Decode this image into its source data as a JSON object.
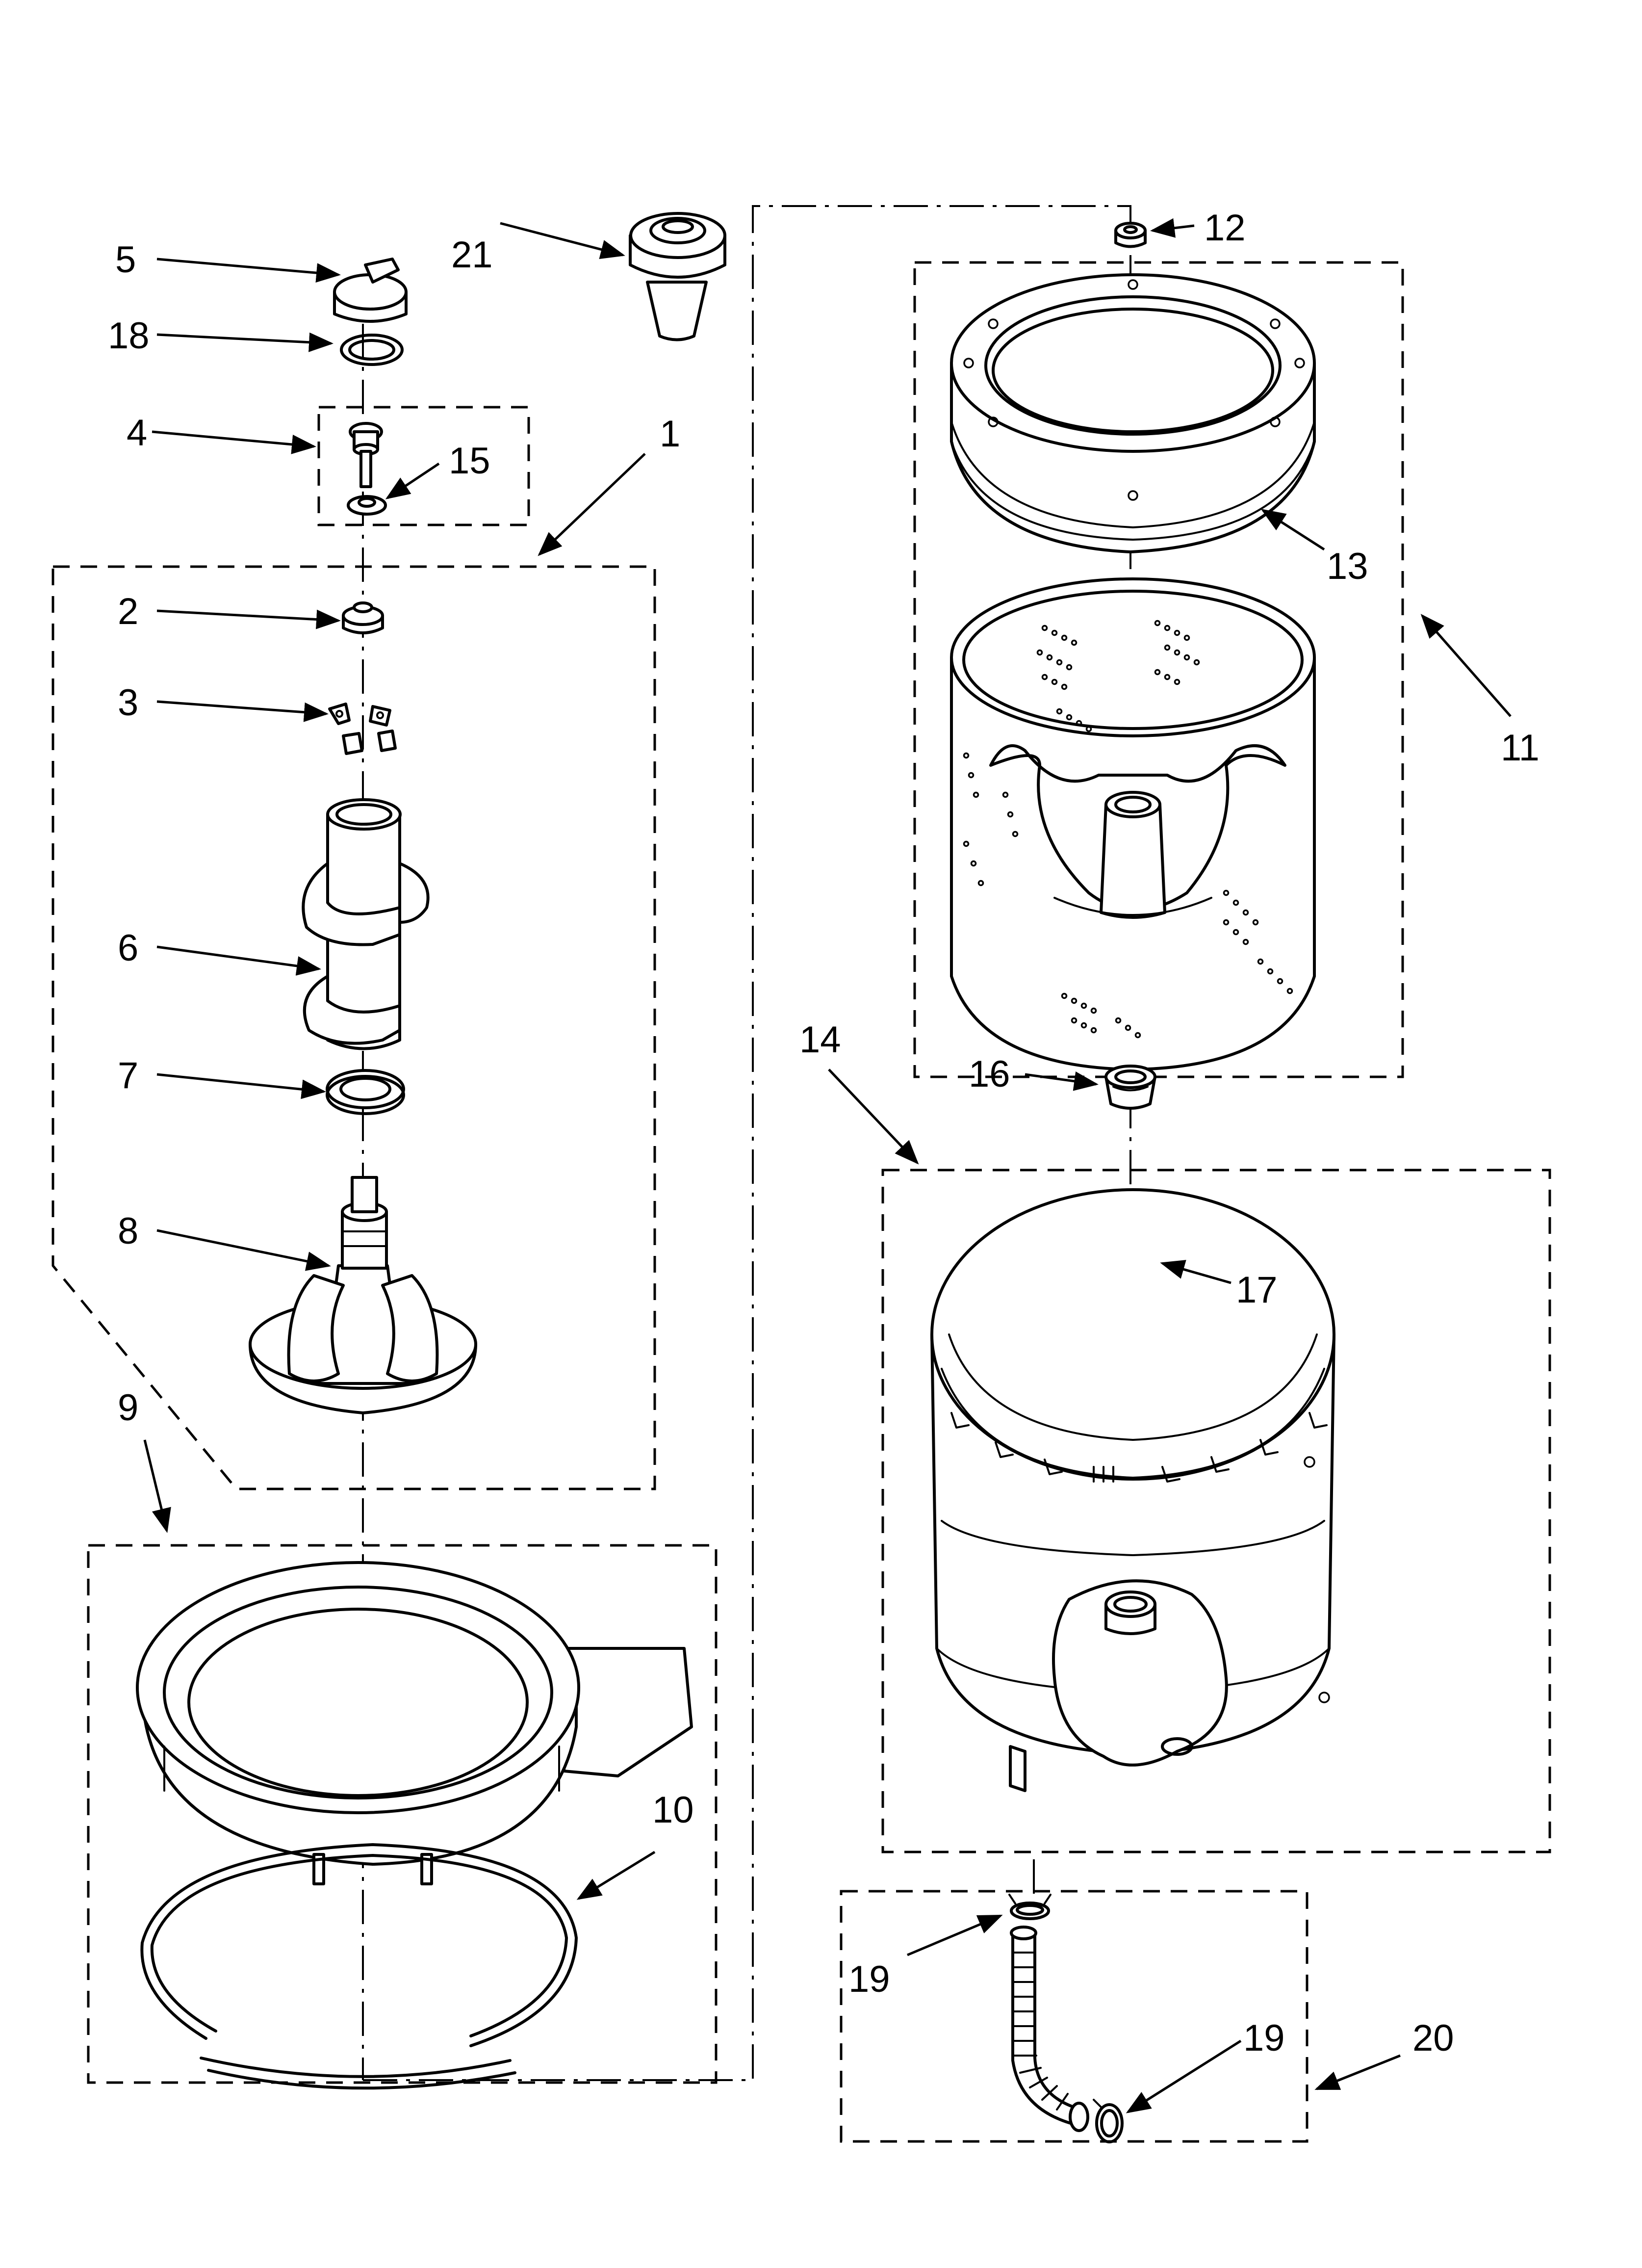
{
  "diagram": {
    "labels": {
      "p1": "1",
      "p2": "2",
      "p3": "3",
      "p4": "4",
      "p5": "5",
      "p6": "6",
      "p7": "7",
      "p8": "8",
      "p9": "9",
      "p10": "10",
      "p11": "11",
      "p12": "12",
      "p13": "13",
      "p14": "14",
      "p15": "15",
      "p16": "16",
      "p17": "17",
      "p18": "18",
      "p19a": "19",
      "p19b": "19",
      "p20": "20",
      "p21": "21"
    },
    "colors": {
      "line": "#000000",
      "background": "#ffffff"
    }
  }
}
